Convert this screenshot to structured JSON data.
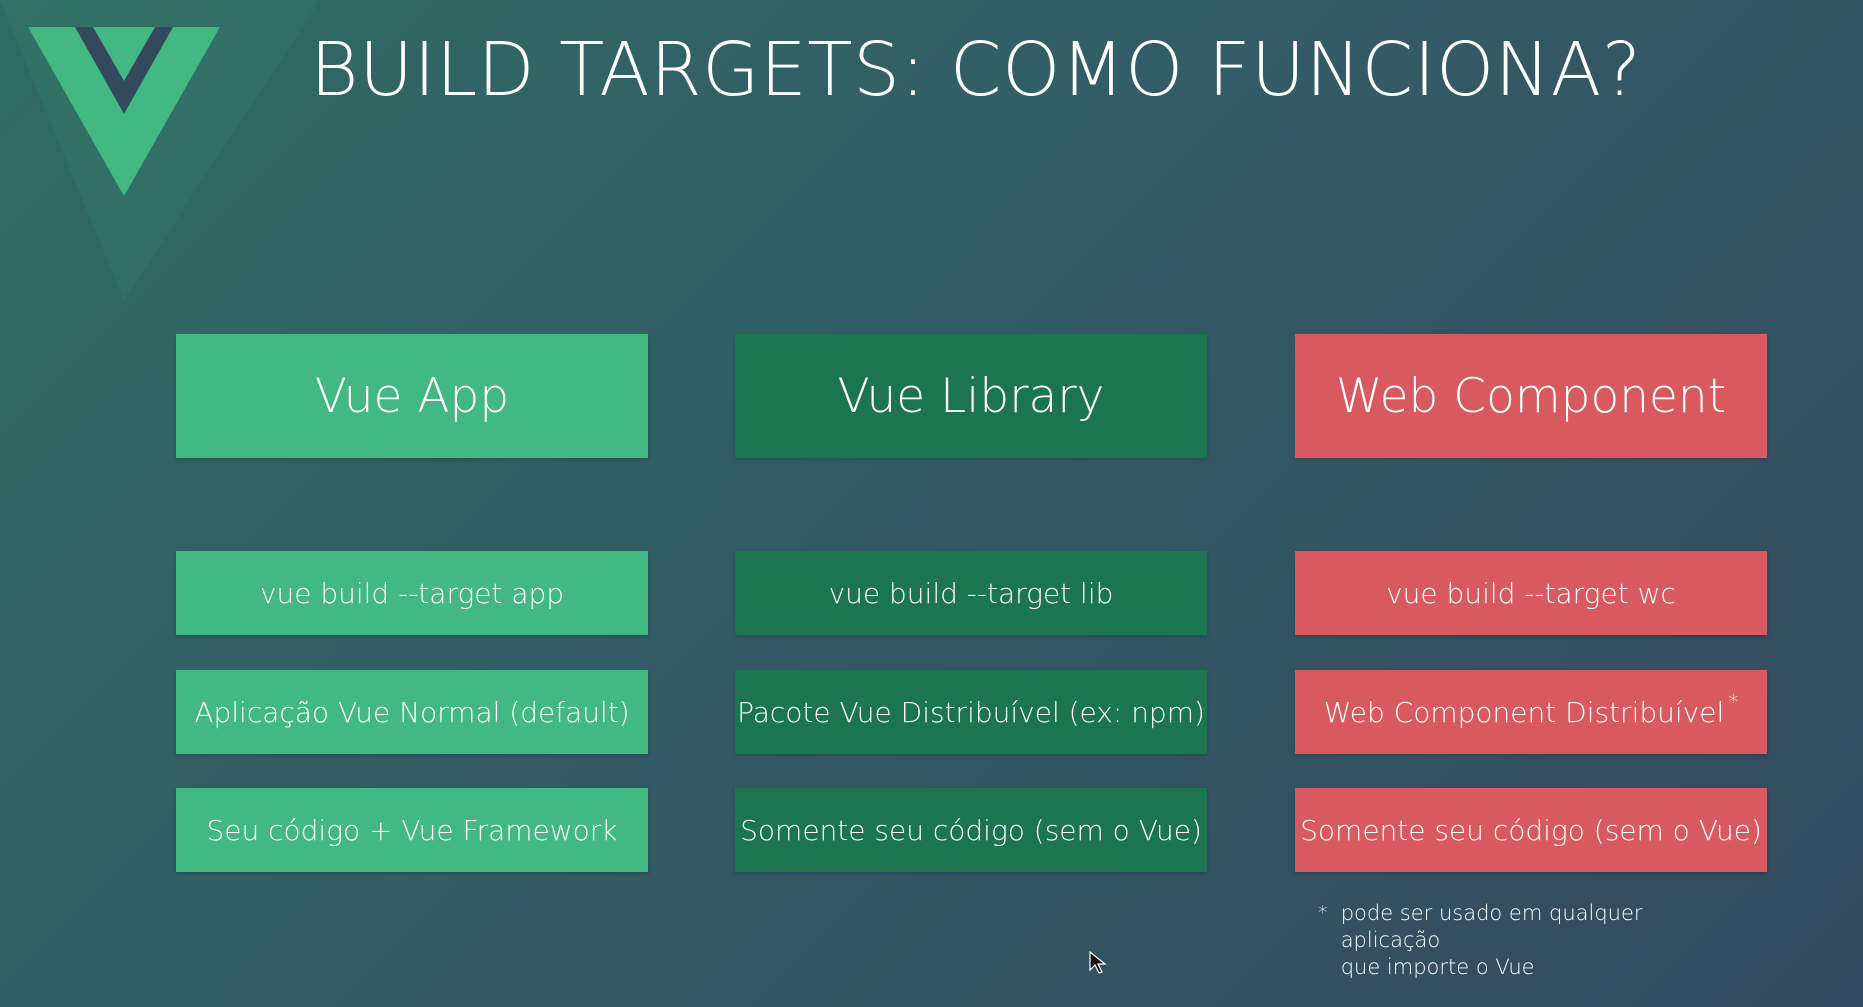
{
  "logo": {
    "icon": "vue-logo-icon",
    "colors": {
      "outer": "#42b883",
      "inner": "#35495e"
    }
  },
  "title": "BUILD TARGETS: COMO FUNCIONA?",
  "columns": [
    {
      "heading": "Vue App",
      "details": [
        "vue build  --target app",
        "Aplicação Vue Normal (default)",
        "Seu código + Vue Framework"
      ],
      "color": "#42b883"
    },
    {
      "heading": "Vue Library",
      "details": [
        "vue build  --target lib",
        "Pacote Vue Distribuível (ex: npm)",
        "Somente seu código (sem o Vue)"
      ],
      "color": "#1b7650"
    },
    {
      "heading": "Web Component",
      "details": [
        "vue build  --target wc",
        "Web Component Distribuível",
        "Somente seu código (sem o Vue)"
      ],
      "detail_marker": "*",
      "color": "#d85a60"
    }
  ],
  "footnote": {
    "marker": "*",
    "line1": "pode ser usado em qualquer aplicação",
    "line2": "que importe o Vue"
  },
  "cursor": {
    "icon": "mouse-cursor-icon"
  }
}
